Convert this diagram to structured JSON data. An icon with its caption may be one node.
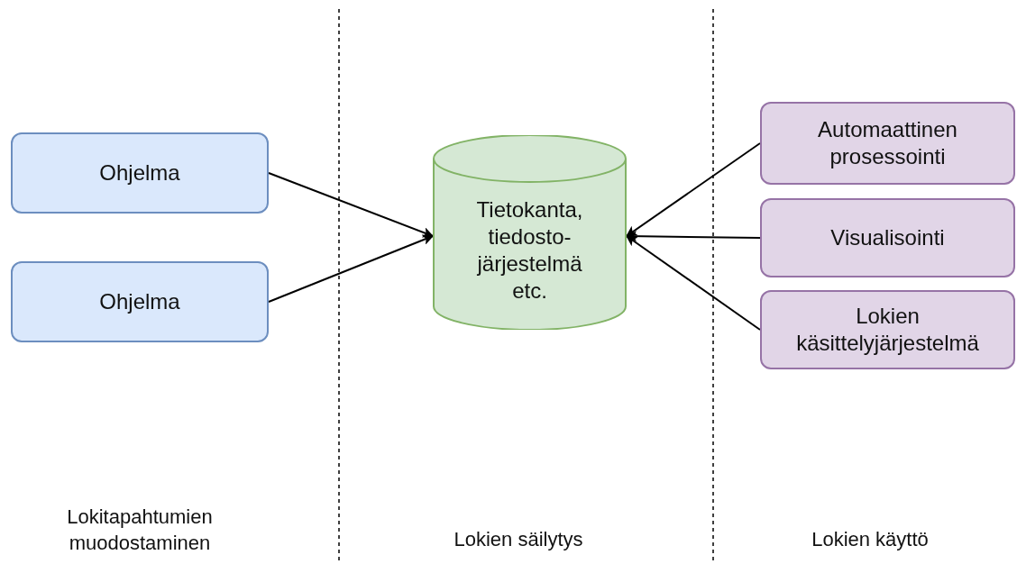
{
  "diagram": {
    "nodes": [
      {
        "text": [
          "Ohjelma"
        ]
      },
      {
        "text": [
          "Ohjelma"
        ]
      },
      {
        "text": [
          "Tietokanta, tiedosto- järjestelmä etc."
        ]
      },
      {
        "text": [
          "Automaattinen prosessointi"
        ]
      },
      {
        "text": [
          "Visualisointi"
        ]
      },
      {
        "text": [
          "Lokien käsittelyjärjestelmä"
        ]
      }
    ],
    "edges": [
      {
        "from": 0,
        "to": 2,
        "arrow": "to"
      },
      {
        "from": 1,
        "to": 2,
        "arrow": "to"
      },
      {
        "from": 3,
        "to": 2,
        "arrow": "to"
      },
      {
        "from": 4,
        "to": 2,
        "arrow": "to"
      },
      {
        "from": 5,
        "to": 2,
        "arrow": "to"
      }
    ],
    "labels": [
      "Lokitapahtumien muodostaminen",
      "Lokien säilytys",
      "Lokien käyttö"
    ]
  }
}
